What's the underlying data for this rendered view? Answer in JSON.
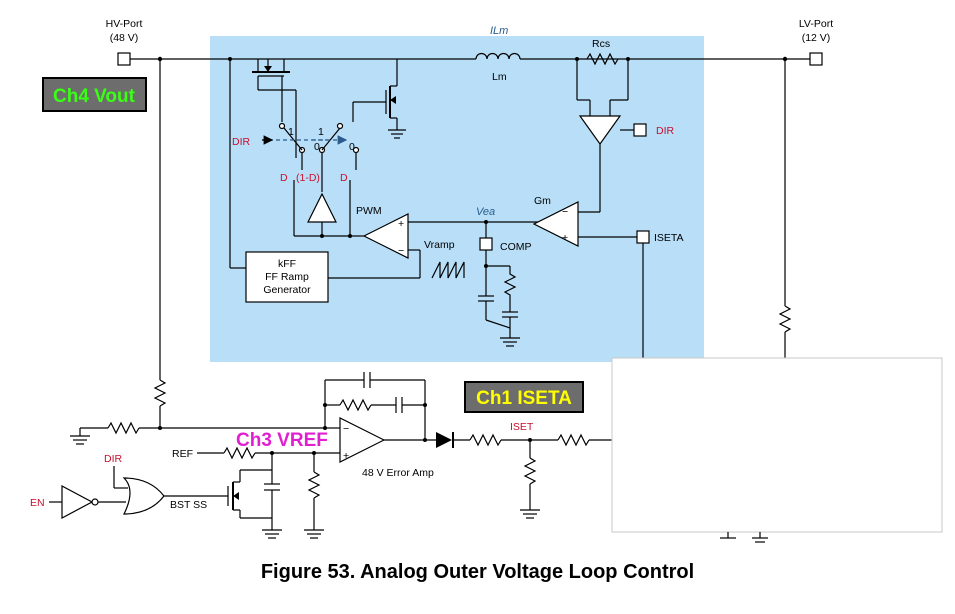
{
  "colors": {
    "region_bg": "#b9dff8",
    "label_red": "#c8102e",
    "label_blue": "#2a5b8c",
    "tag_gray": "#6d6d6d",
    "tag_green": "#39ff14",
    "tag_yellow": "#ffff00",
    "tag_magenta": "#e020d0"
  },
  "ports": {
    "hv_name": "HV-Port",
    "hv_voltage": "(48 V)",
    "lv_name": "LV-Port",
    "lv_voltage": "(12 V)"
  },
  "labels": {
    "ilm": "ILm",
    "lm": "Lm",
    "rcs": "Rcs",
    "dir_left": "DIR",
    "dir_right": "DIR",
    "dir_gate": "DIR",
    "sw1_one": "1",
    "sw1_zero": "0",
    "sw2_one": "1",
    "sw2_zero": "0",
    "d_left": "D",
    "one_minus_d": "(1-D)",
    "d_right": "D",
    "pwm": "PWM",
    "vea": "Vea",
    "gm": "Gm",
    "iseta_pin": "ISETA",
    "comp": "COMP",
    "vramp": "Vramp",
    "ramp_line1": "kFF",
    "ramp_line2": "FF Ramp",
    "ramp_line3": "Generator",
    "ref": "REF",
    "bst_ss": "BST SS",
    "en": "EN",
    "error_amp": "48 V Error Amp",
    "iset": "ISET"
  },
  "tags": {
    "ch4": "Ch4 Vout",
    "ch1": "Ch1 ISETA",
    "ch3": "Ch3 VREF"
  },
  "caption": "Figure 53.  Analog Outer Voltage Loop Control"
}
